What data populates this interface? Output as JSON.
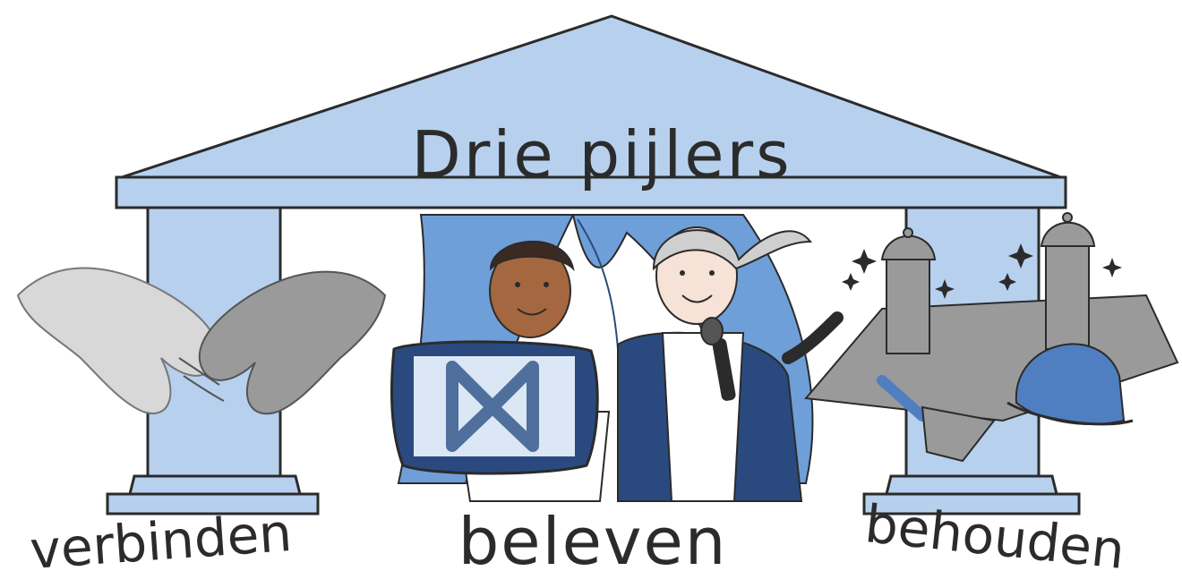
{
  "title": "Drie pijlers",
  "pillars": [
    {
      "label": "verbinden"
    },
    {
      "label": "beleven"
    },
    {
      "label": "behouden"
    }
  ],
  "colors": {
    "pillar": "#b7d0ee",
    "pillar_dark": "#8fb3e0",
    "curtain": "#6f9fd8",
    "navy": "#2a4a7f",
    "ink": "#2b2b2b",
    "grey": "#9a9a9a"
  },
  "icons": [
    "handshake-icon",
    "logo-sign-icon",
    "microphone-icon",
    "church-towers-icon",
    "trowel-icon",
    "hard-hat-icon",
    "sparkle-icon"
  ]
}
